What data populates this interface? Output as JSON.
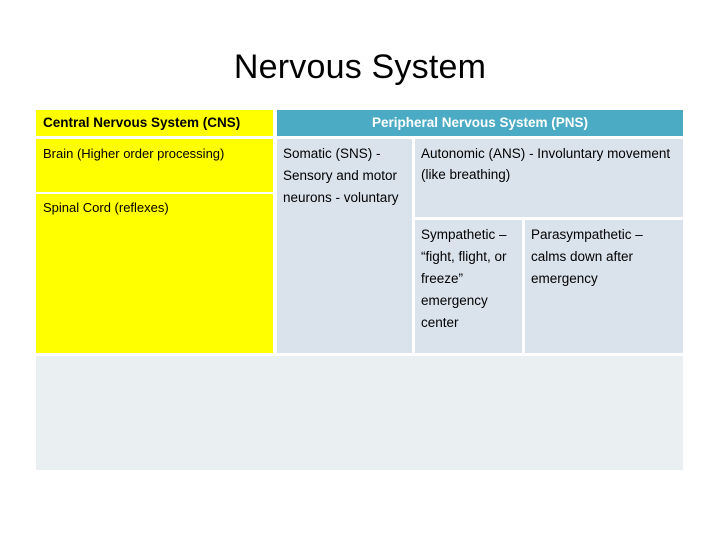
{
  "slide": {
    "title": "Nervous System",
    "background_color": "#ffffff"
  },
  "colors": {
    "cns_highlight": "#ffff00",
    "pns_header": "#4cabc4",
    "pns_cell": "#dae2ec",
    "empty_row": "#eaeff2",
    "text": "#000000",
    "header_text_light": "#ffffff"
  },
  "table": {
    "headers": {
      "cns": "Central Nervous System (CNS)",
      "pns": "Peripheral Nervous System (PNS)"
    },
    "cns_rows": [
      "Brain (Higher order processing)",
      "Spinal Cord (reflexes)"
    ],
    "pns": {
      "somatic": "Somatic (SNS) - Sensory and motor neurons - voluntary",
      "autonomic": "Autonomic (ANS) - Involuntary movement (like breathing)",
      "autonomic_children": [
        "Sympathetic – “fight, flight, or freeze” emergency center",
        "Parasympathetic – calms down after emergency"
      ]
    }
  }
}
